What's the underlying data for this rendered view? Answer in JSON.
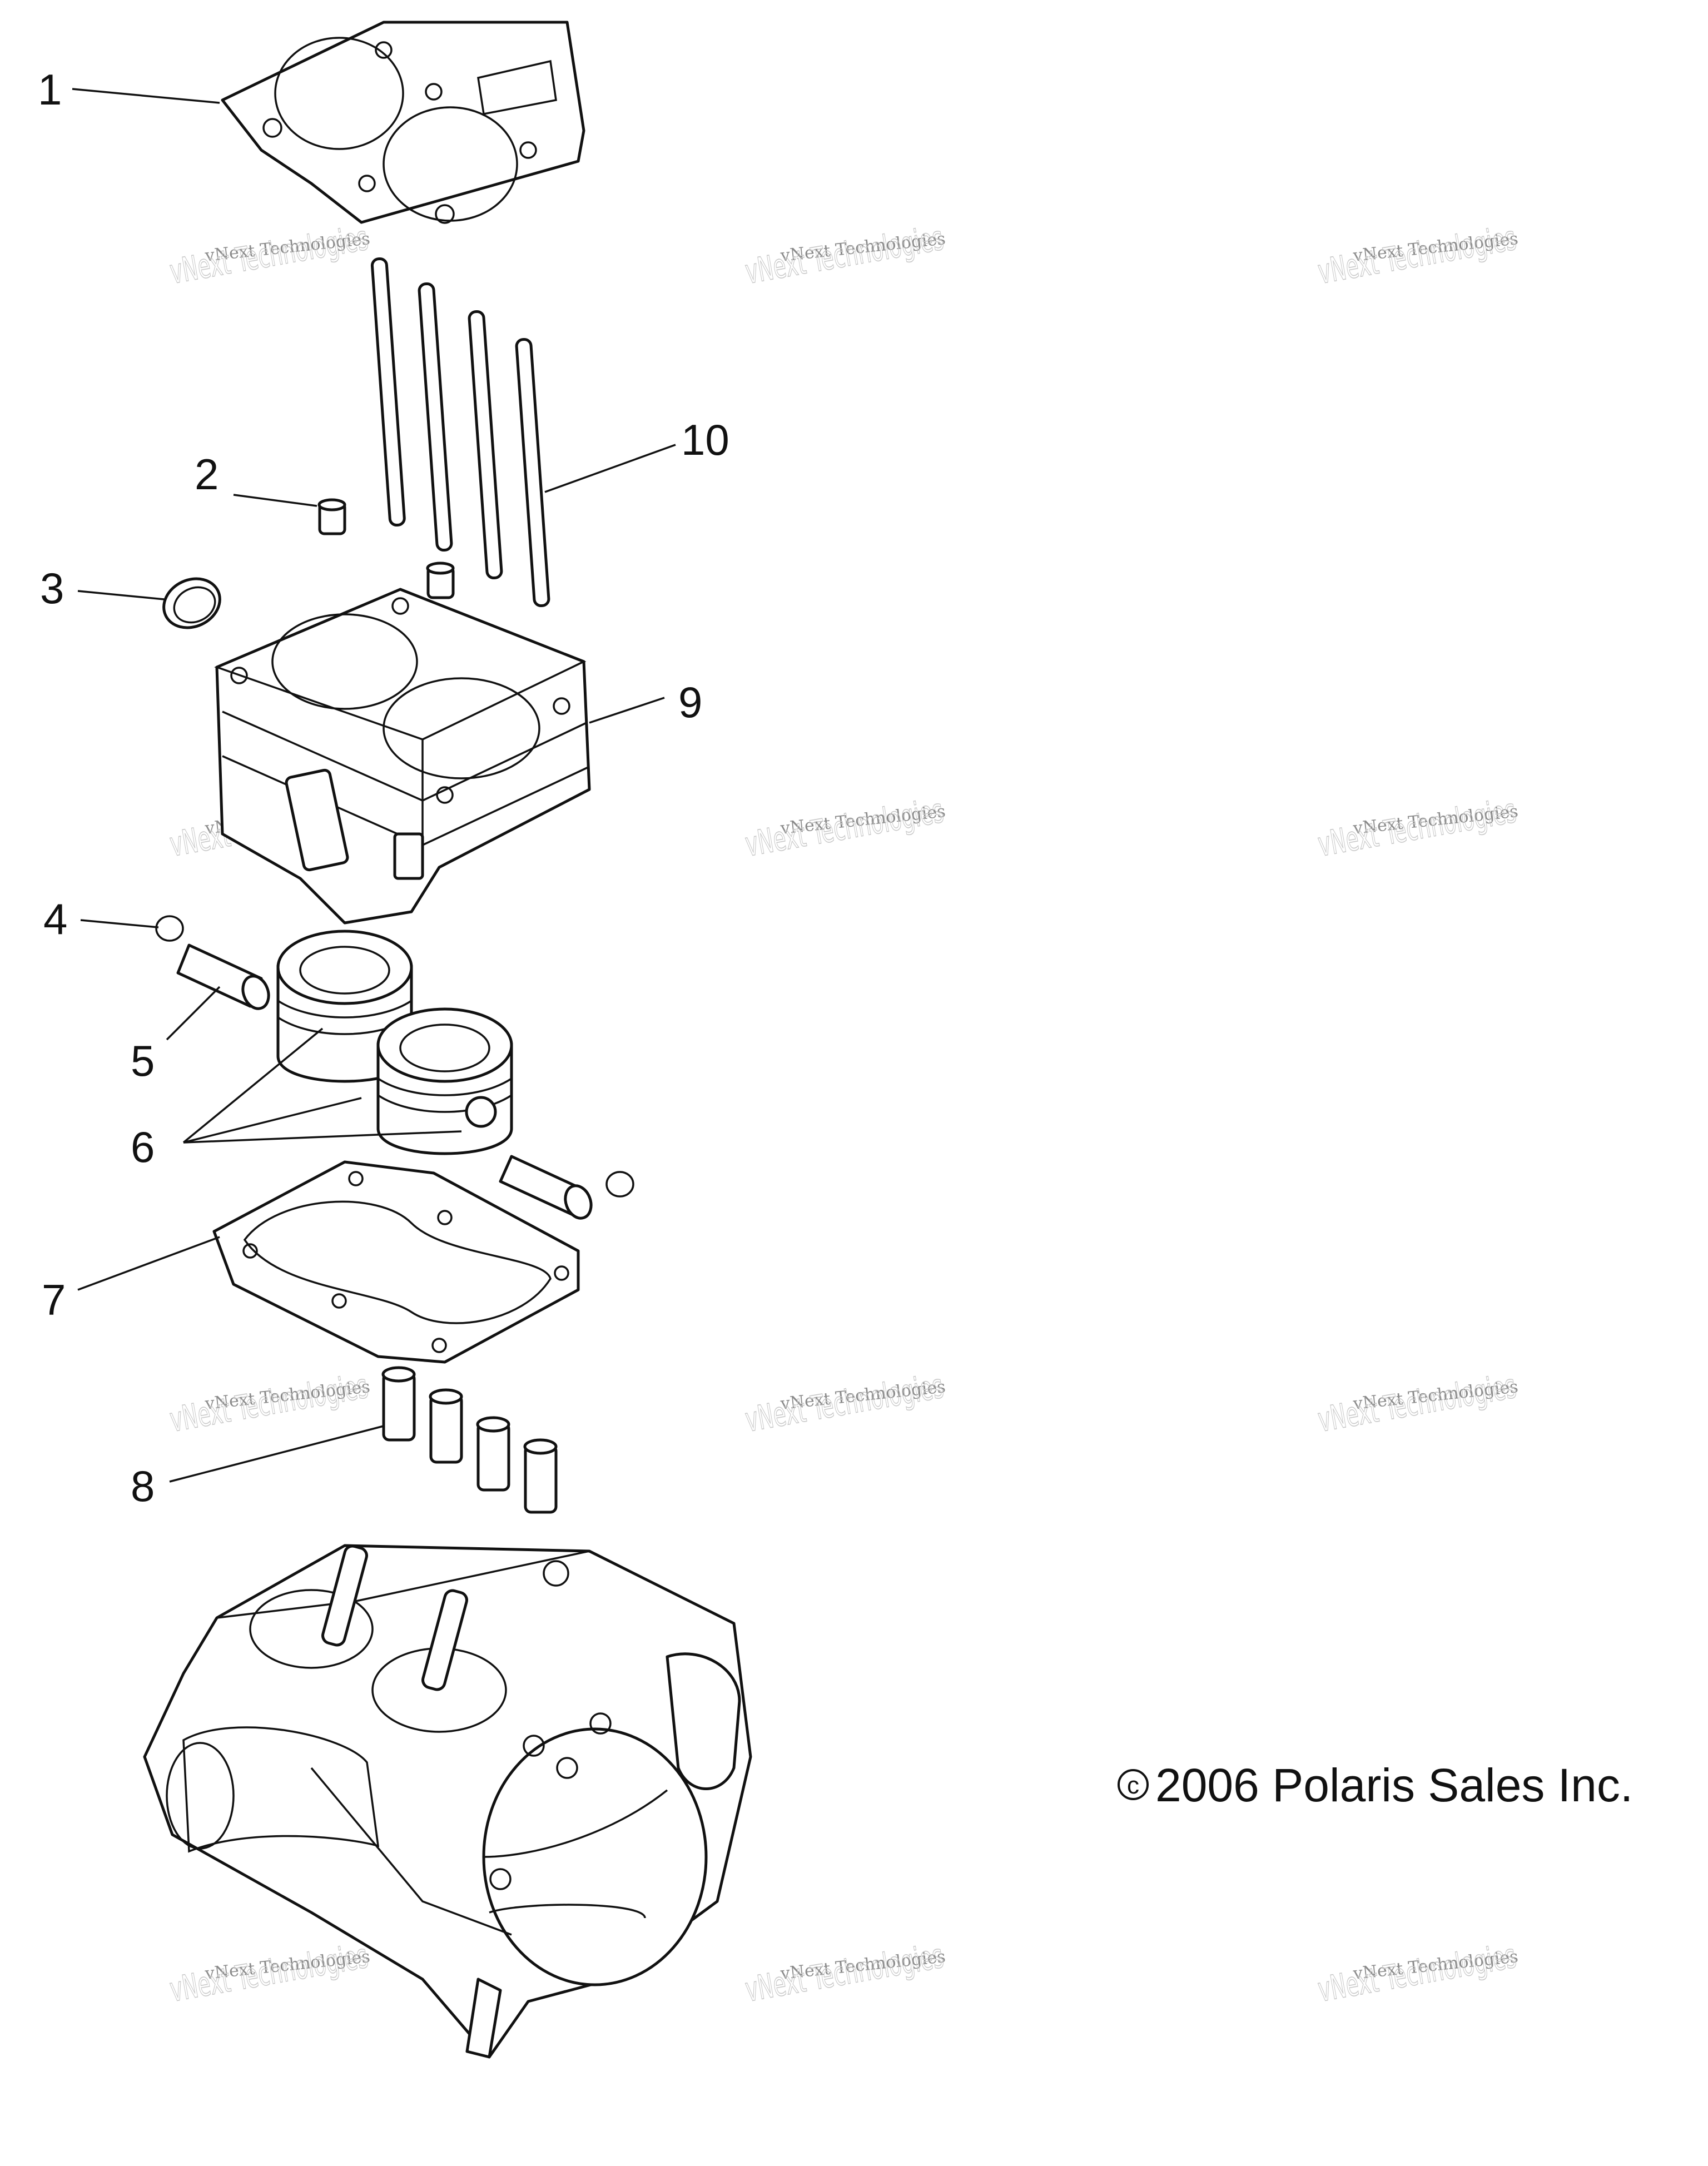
{
  "callouts": [
    {
      "id": "c1",
      "label": "1"
    },
    {
      "id": "c2",
      "label": "2"
    },
    {
      "id": "c3",
      "label": "3"
    },
    {
      "id": "c4",
      "label": "4"
    },
    {
      "id": "c5",
      "label": "5"
    },
    {
      "id": "c6",
      "label": "6"
    },
    {
      "id": "c7",
      "label": "7"
    },
    {
      "id": "c8",
      "label": "8"
    },
    {
      "id": "c9",
      "label": "9"
    },
    {
      "id": "c10",
      "label": "10"
    }
  ],
  "copyright": {
    "symbol": "c",
    "text": "2006 Polaris Sales Inc."
  },
  "watermark": {
    "line1": "vNext Technologies",
    "line2": "vNext Technologies"
  }
}
